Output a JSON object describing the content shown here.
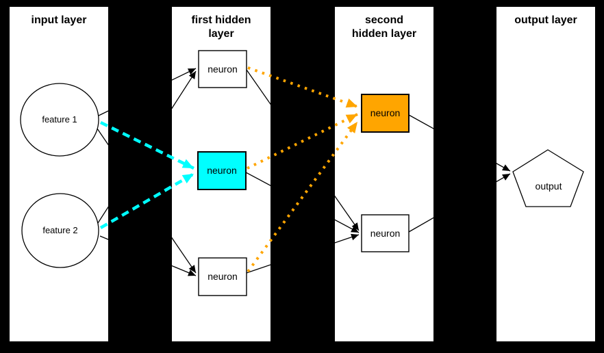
{
  "diagram_type": "neural-network-architecture",
  "colors": {
    "background": "#000000",
    "panel": "#ffffff",
    "node_fill": "#ffffff",
    "stroke": "#000000",
    "highlight_cyan": "#00ffff",
    "highlight_orange": "#ffa500"
  },
  "layers": {
    "input": {
      "title": "input layer",
      "nodes": {
        "feature1": {
          "label": "feature 1",
          "shape": "circle"
        },
        "feature2": {
          "label": "feature 2",
          "shape": "circle"
        }
      }
    },
    "hidden1": {
      "title": "first hidden layer",
      "nodes": {
        "top": {
          "label": "neuron",
          "shape": "rect",
          "highlighted": false
        },
        "middle": {
          "label": "neuron",
          "shape": "rect",
          "highlighted": true,
          "highlight_color": "#00ffff"
        },
        "bottom": {
          "label": "neuron",
          "shape": "rect",
          "highlighted": false
        }
      }
    },
    "hidden2": {
      "title": "second hidden layer",
      "nodes": {
        "top": {
          "label": "neuron",
          "shape": "rect",
          "highlighted": true,
          "highlight_color": "#ffa500"
        },
        "bottom": {
          "label": "neuron",
          "shape": "rect",
          "highlighted": false
        }
      }
    },
    "output": {
      "title": "output layer",
      "nodes": {
        "output": {
          "label": "output",
          "shape": "pentagon"
        }
      }
    }
  },
  "edges": [
    {
      "from": "input.feature1",
      "to": "hidden1.top",
      "style": "solid-black"
    },
    {
      "from": "input.feature1",
      "to": "hidden1.middle",
      "style": "dashed-cyan"
    },
    {
      "from": "input.feature1",
      "to": "hidden1.bottom",
      "style": "solid-black"
    },
    {
      "from": "input.feature2",
      "to": "hidden1.top",
      "style": "solid-black"
    },
    {
      "from": "input.feature2",
      "to": "hidden1.middle",
      "style": "dashed-cyan"
    },
    {
      "from": "input.feature2",
      "to": "hidden1.bottom",
      "style": "solid-black"
    },
    {
      "from": "hidden1.top",
      "to": "hidden2.top",
      "style": "dotted-orange"
    },
    {
      "from": "hidden1.top",
      "to": "hidden2.bottom",
      "style": "solid-black"
    },
    {
      "from": "hidden1.middle",
      "to": "hidden2.top",
      "style": "dotted-orange"
    },
    {
      "from": "hidden1.middle",
      "to": "hidden2.bottom",
      "style": "solid-black"
    },
    {
      "from": "hidden1.bottom",
      "to": "hidden2.top",
      "style": "dotted-orange"
    },
    {
      "from": "hidden1.bottom",
      "to": "hidden2.bottom",
      "style": "solid-black"
    },
    {
      "from": "hidden2.top",
      "to": "output.output",
      "style": "solid-black"
    },
    {
      "from": "hidden2.bottom",
      "to": "output.output",
      "style": "solid-black"
    }
  ]
}
